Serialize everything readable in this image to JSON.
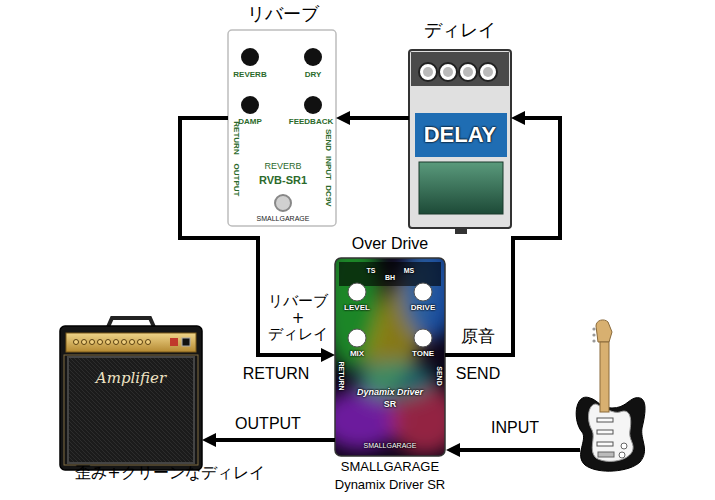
{
  "diagram": {
    "nodes": [
      {
        "text": [
          "リバーブ",
          "REVERB",
          "DRY",
          "DAMP",
          "FEEDBACK",
          "RETURN",
          "OUTPUT",
          "SEND",
          "INPUT",
          "DC9V",
          "REVERB",
          "RVB-SR1",
          "SMALLGARAGE"
        ]
      },
      {
        "text": [
          "ディレイ",
          "DELAY"
        ]
      },
      {
        "text": [
          "Over Drive",
          "TS",
          "BH",
          "MS",
          "LEVEL",
          "DRIVE",
          "MIX",
          "TONE",
          "RETURN",
          "SEND",
          "Dynamix Driver",
          "SR",
          "SMALLGARAGE"
        ]
      },
      {
        "text": [
          "Amplifier"
        ]
      }
    ],
    "edges": [
      {
        "from": 2,
        "to": 1,
        "arrow": "to",
        "label": "原音"
      },
      {
        "from": 1,
        "to": 0,
        "arrow": "to"
      },
      {
        "from": 0,
        "to": 2,
        "arrow": "to",
        "label": "リバーブ + ディレイ"
      },
      {
        "from": 2,
        "to": 3,
        "arrow": "to",
        "label": "OUTPUT"
      }
    ],
    "labels": [
      "RETURN",
      "SEND",
      "INPUT",
      "歪み+クリーンなディレイ",
      "SMALLGARAGE",
      "Dynamix Driver SR"
    ]
  }
}
